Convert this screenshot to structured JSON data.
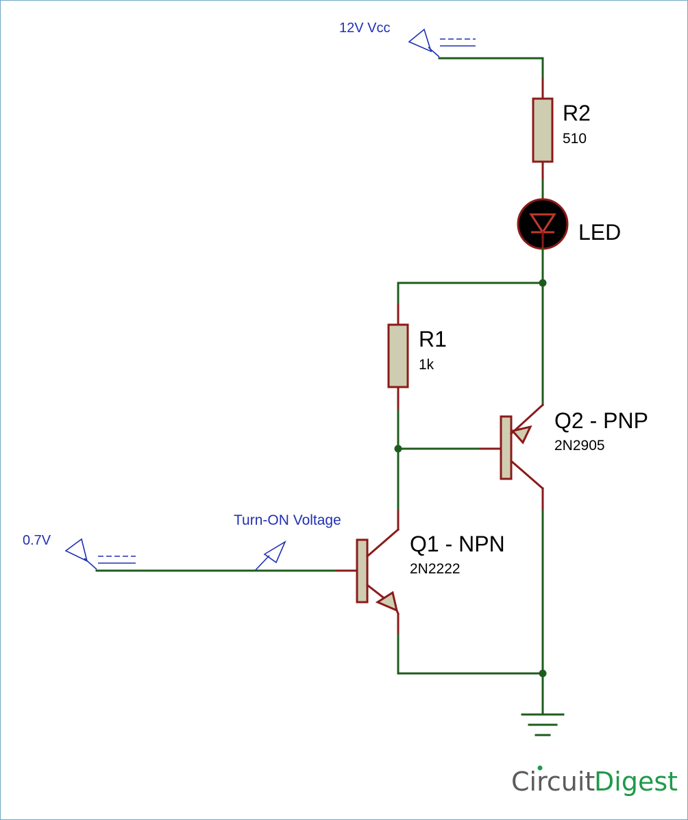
{
  "supply": {
    "label": "12V Vcc"
  },
  "input": {
    "label": "0.7V",
    "probe_label": "Turn-ON Voltage"
  },
  "r2": {
    "ref": "R2",
    "value": "510"
  },
  "led": {
    "ref": "LED"
  },
  "r1": {
    "ref": "R1",
    "value": "1k"
  },
  "q2": {
    "ref": "Q2 - PNP",
    "part": "2N2905"
  },
  "q1": {
    "ref": "Q1 - NPN",
    "part": "2N2222"
  },
  "logo": {
    "part1": "Circuit",
    "part2": "Digest"
  },
  "colors": {
    "wire": "#1e5c1e",
    "lead": "#8b1a1a",
    "component_body": "#cfcdb1",
    "net_label": "#1f2fb5",
    "logo_gray": "#5b5b5b",
    "logo_green": "#1f9a4a"
  }
}
